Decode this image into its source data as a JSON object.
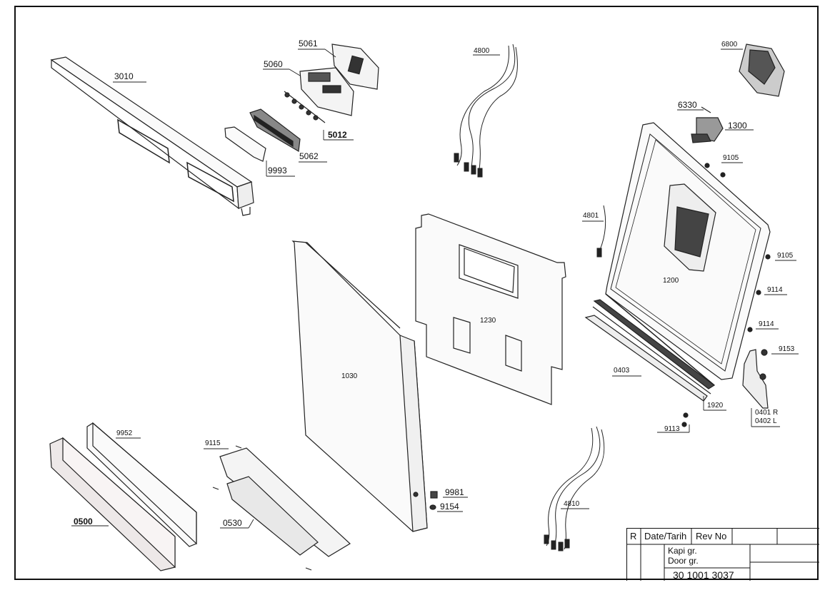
{
  "labels": {
    "p3010": "3010",
    "p5061": "5061",
    "p5060": "5060",
    "p5012": "5012",
    "p5062": "5062",
    "p9993": "9993",
    "p4800": "4800",
    "p6800": "6800",
    "p6330": "6330",
    "p1300": "1300",
    "p9105a": "9105",
    "p4801": "4801",
    "p9105b": "9105",
    "p1200": "1200",
    "p9114a": "9114",
    "p9114b": "9114",
    "p9153": "9153",
    "p1230": "1230",
    "p0403": "0403",
    "p1920": "1920",
    "p0401": "0401 R",
    "p0402": "0402 L",
    "p9113": "9113",
    "p1030": "1030",
    "p9952": "9952",
    "p9115": "9115",
    "p0500": "0500",
    "p0530": "0530",
    "p9981": "9981",
    "p9154": "9154",
    "p4810": "4810"
  },
  "title_block": {
    "r": "R",
    "date": "Date/Tarih",
    "rev": "Rev No",
    "line1": "Kapi gr.",
    "line2": "Door gr.",
    "number": "30 1001 3037"
  }
}
